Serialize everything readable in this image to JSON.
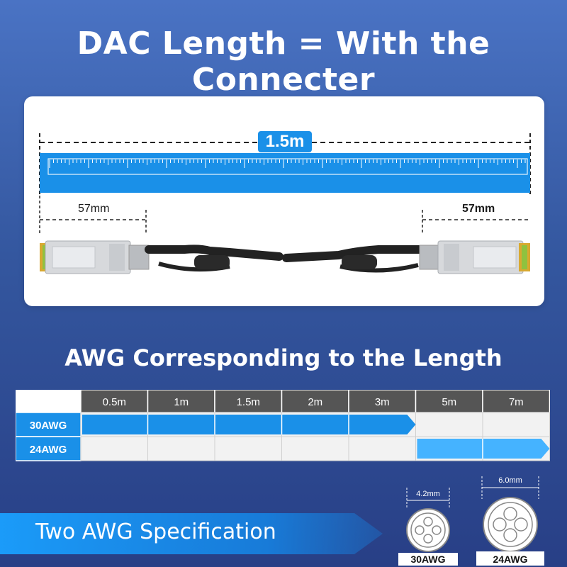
{
  "header": {
    "title": "DAC Length = With the Connecter"
  },
  "cable_panel": {
    "total_length": "1.5m",
    "left_connector_length": "57mm",
    "right_connector_length": "57mm"
  },
  "awg_section": {
    "title": "AWG Corresponding to the Length",
    "columns": [
      "0.5m",
      "1m",
      "1.5m",
      "2m",
      "3m",
      "5m",
      "7m"
    ],
    "rows": [
      {
        "label": "30AWG",
        "highlighted_columns": [
          "0.5m",
          "1m",
          "1.5m",
          "2m",
          "3m"
        ]
      },
      {
        "label": "24AWG",
        "highlighted_columns": [
          "5m",
          "7m"
        ]
      }
    ]
  },
  "spec_banner": {
    "text": "Two AWG Specification"
  },
  "specs": [
    {
      "label": "30AWG",
      "diameter": "4.2mm"
    },
    {
      "label": "24AWG",
      "diameter": "6.0mm"
    }
  ],
  "colors": {
    "accent_blue": "#1a90e8",
    "light_blue": "#45b3ff",
    "table_header": "#555555",
    "table_row_bg": "#f2f2f2"
  }
}
